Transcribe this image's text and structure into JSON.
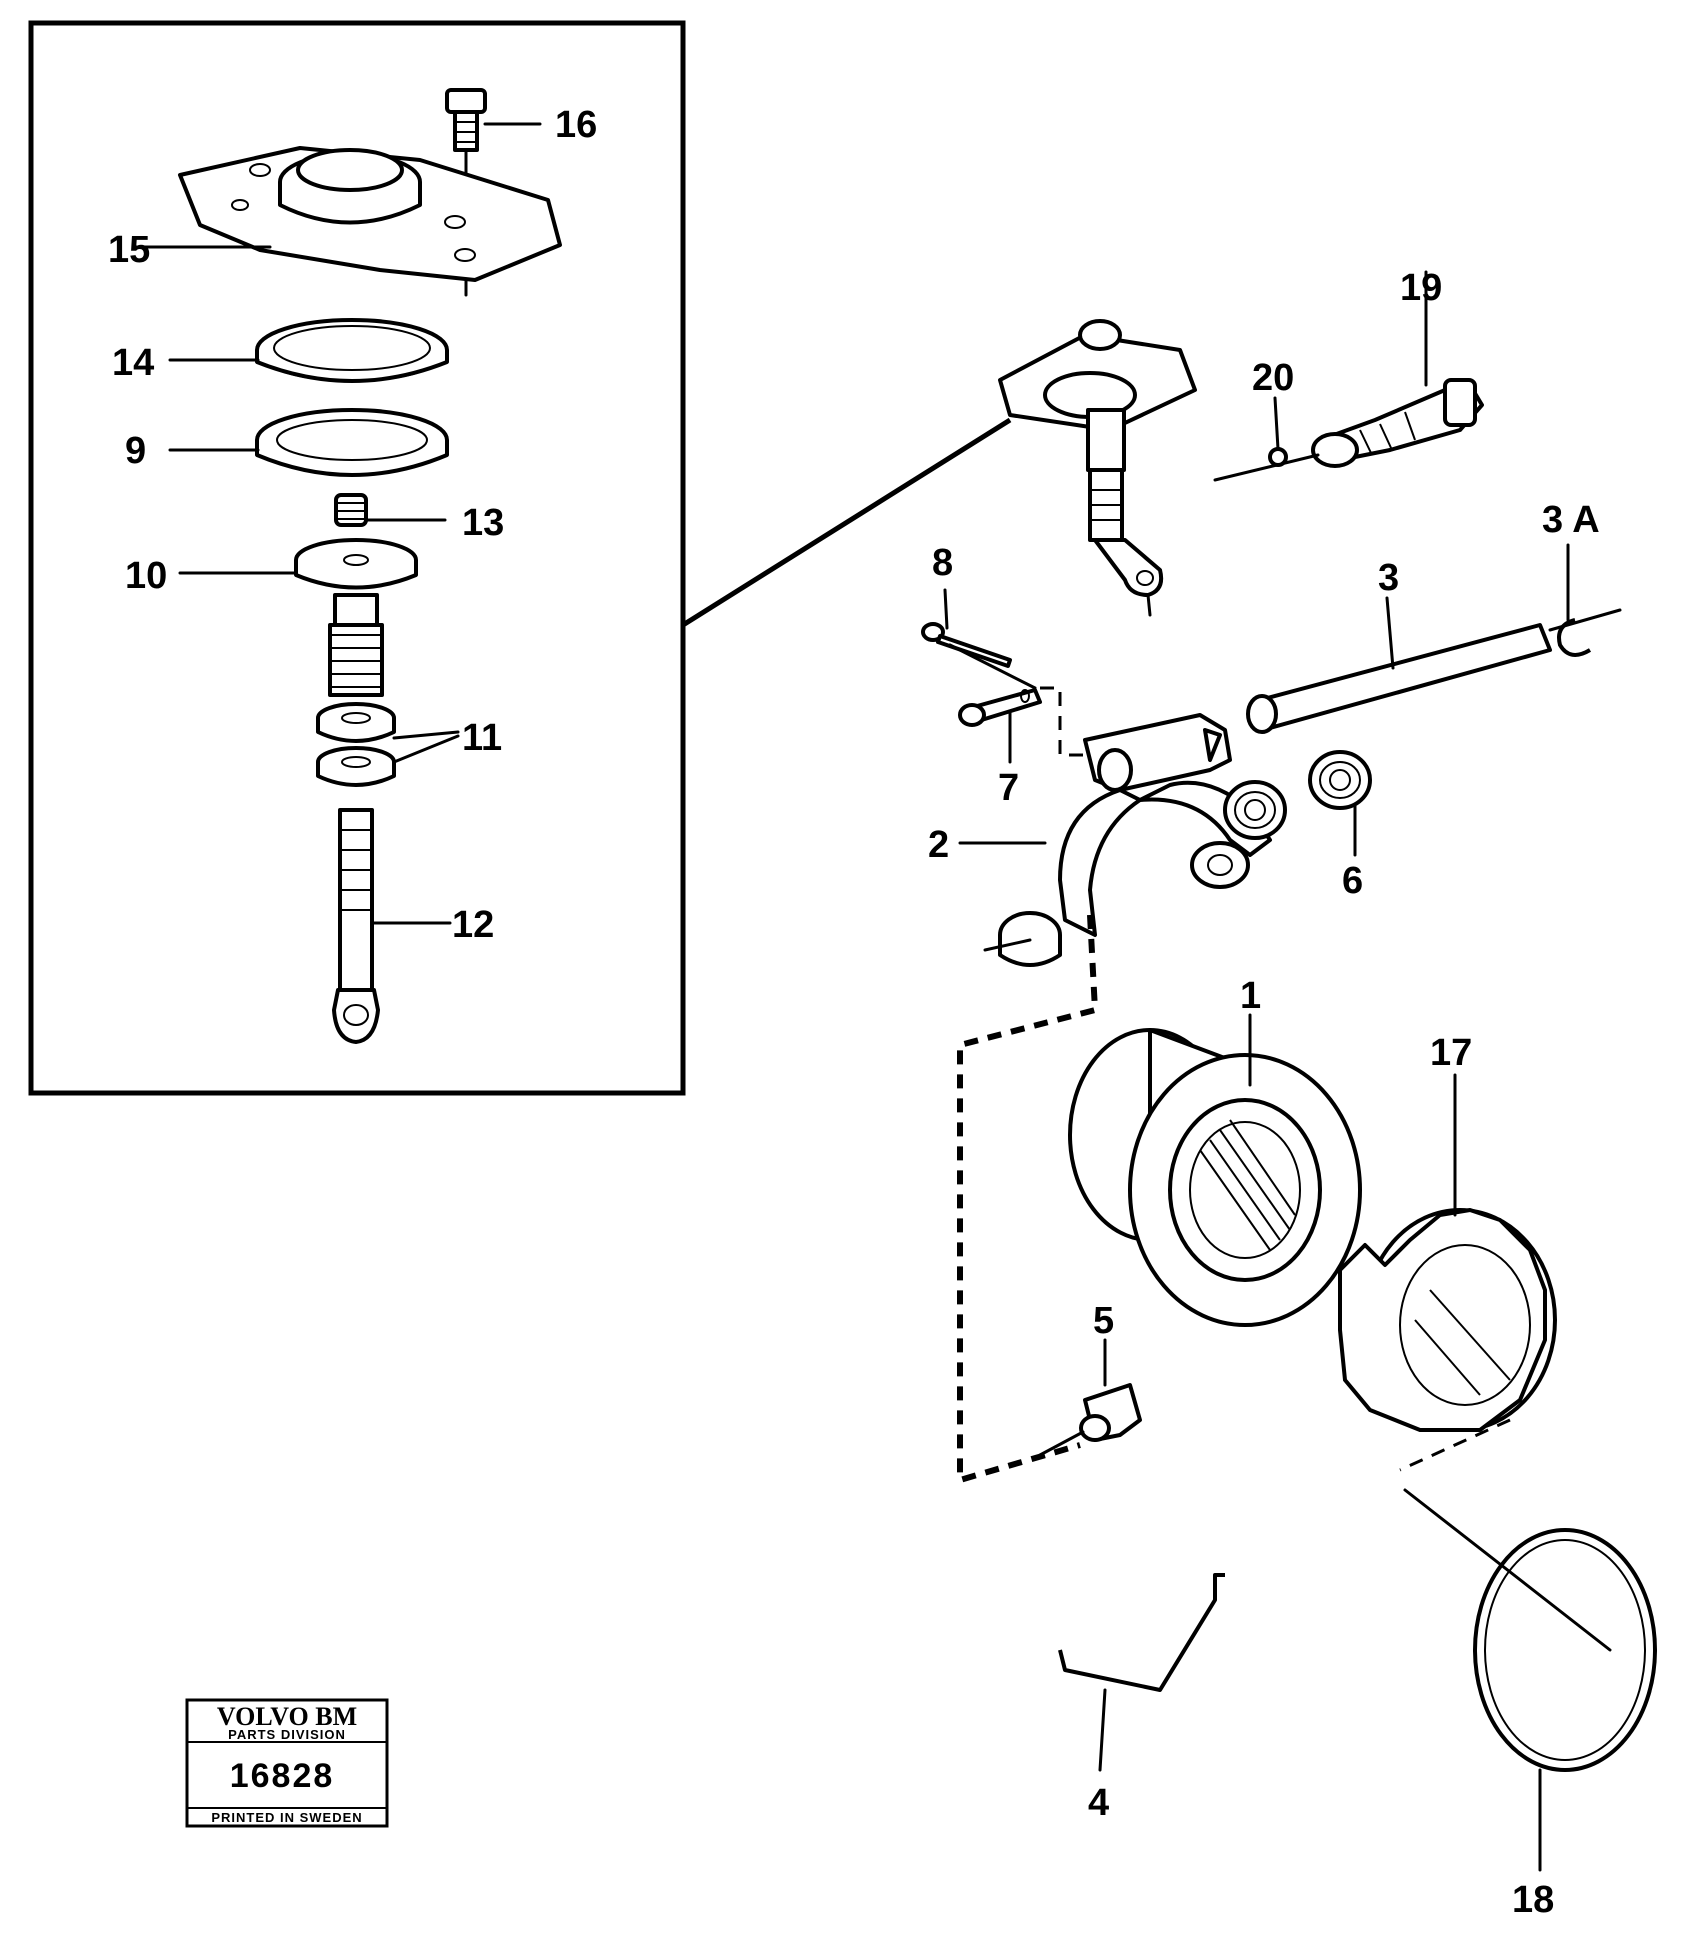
{
  "stamp": {
    "brand": "VOLVO BM",
    "division": "PARTS DIVISION",
    "number": "16828",
    "printed": "PRINTED IN SWEDEN"
  },
  "callouts": {
    "c1": "1",
    "c2": "2",
    "c3": "3",
    "c3a": "3 A",
    "c4": "4",
    "c5": "5",
    "c6": "6",
    "c7": "7",
    "c8": "8",
    "c9": "9",
    "c10": "10",
    "c11": "11",
    "c12": "12",
    "c13": "13",
    "c14": "14",
    "c15": "15",
    "c16": "16",
    "c17": "17",
    "c18": "18",
    "c19": "19",
    "c20": "20"
  }
}
